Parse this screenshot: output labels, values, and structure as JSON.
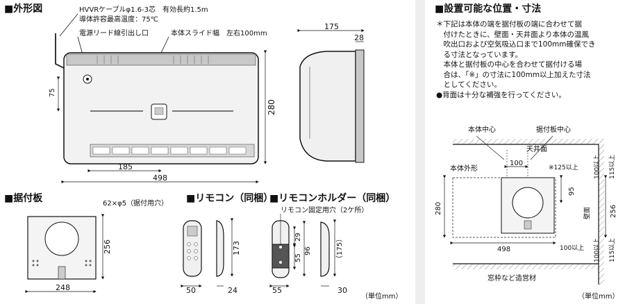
{
  "left_panel": {
    "title": "■外形図",
    "callouts": {
      "cable": "HVVRケーブルφ1.6-3芯　有効長約1.5m",
      "temp": "導体許容最高温度：75℃",
      "lead": "電源リード線引出し口",
      "slide": "本体スライド幅　左右100mm"
    },
    "dims": {
      "d175": "175",
      "d28": "28",
      "d75": "75",
      "d280": "280",
      "d185": "185",
      "d498": "498"
    },
    "plate": {
      "title": "■据付板",
      "holes": "62×φ5（据付用穴）",
      "d256": "256",
      "d248": "248"
    },
    "remote": {
      "title": "■リモコン（同梱）",
      "d173": "173",
      "d50": "50",
      "d24": "24"
    },
    "holder": {
      "title": "■リモコンホルダー（同梱）",
      "fix_holes": "リモコン固定用穴（2ケ所）",
      "d29": "29",
      "d55v": "55",
      "d96": "96",
      "d175p": "（175）",
      "d55": "55",
      "d30": "30"
    },
    "unit": "（単位mm）"
  },
  "right_panel": {
    "title": "■設置可能な位置・寸法",
    "note1": [
      "＊下記は本体の端を据付板の端に合わせて据",
      "　付けたときに、壁面・天井面より本体の温風",
      "　吹出口および空気吸込口まで100mm確保でき",
      "　る寸法となっています。",
      "　本体と据付板の中心を合わせて据付ける場",
      "　合は、「※」の寸法に100mm以上加えた寸法",
      "　としてください。"
    ],
    "note2": "●背面は十分な補強を行ってください。",
    "labels": {
      "center_body": "本体中心",
      "center_plate": "据付板中心",
      "ceiling": "天井面",
      "d100": "100",
      "outline": "本体外形",
      "star125": "※125以上",
      "v100a": "100以上",
      "v115a": "115以上",
      "d280": "280",
      "d95": "95",
      "wall": "壁面",
      "d256": "256",
      "d498": "498",
      "d100b": "100以上",
      "v100b": "100以上",
      "v115b": "115以上",
      "window": "窓枠など造営材"
    },
    "unit": "（単位mm）"
  }
}
